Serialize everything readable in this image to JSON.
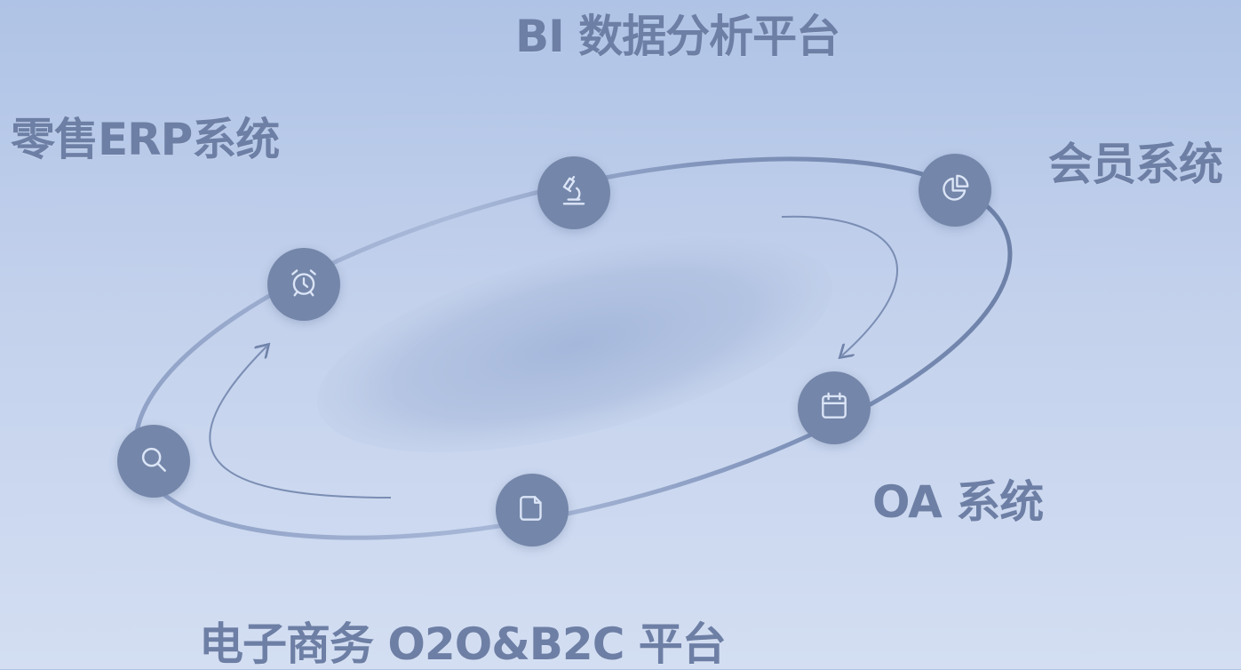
{
  "labels": {
    "bi": "BI 数据分析平台",
    "erp": "零售ERP系统",
    "member": "会员系统",
    "oa": "OA 系统",
    "ecommerce": "电子商务 O2O&B2C 平台"
  },
  "nodes": [
    {
      "id": "bi",
      "icon": "microscope-icon"
    },
    {
      "id": "erp",
      "icon": "alarm-clock-icon"
    },
    {
      "id": "member",
      "icon": "pie-chart-icon"
    },
    {
      "id": "oa",
      "icon": "calendar-icon"
    },
    {
      "id": "ecommerce",
      "icon": "document-icon"
    },
    {
      "id": "search",
      "icon": "search-icon"
    }
  ],
  "colors": {
    "background_top": "#afc3e6",
    "background_bottom": "#d3def2",
    "node_fill": "#7486a9",
    "label_text": "#6e7fa5",
    "orbit_line": "#7083aa",
    "icon_stroke": "#dbe5f7"
  }
}
